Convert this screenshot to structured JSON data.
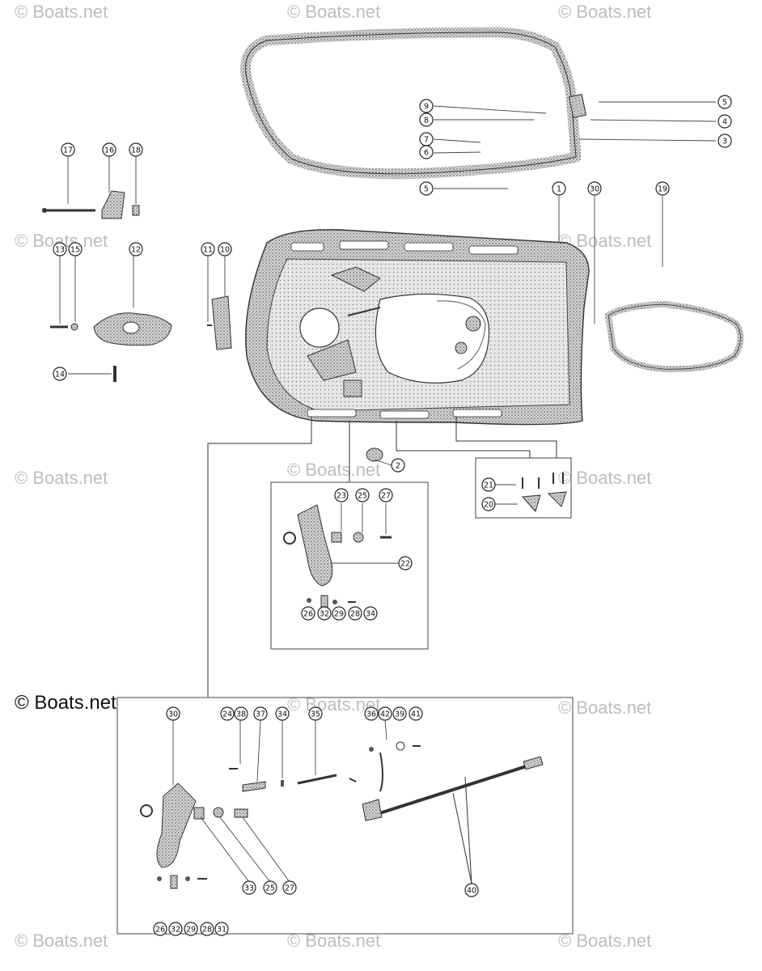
{
  "watermark": {
    "text": "© Boats.net",
    "main": "© Boats.net"
  },
  "callouts": [
    "1",
    "2",
    "3",
    "4",
    "5",
    "5",
    "6",
    "7",
    "8",
    "9",
    "10",
    "11",
    "12",
    "13",
    "14",
    "15",
    "16",
    "17",
    "18",
    "19",
    "20",
    "21",
    "22",
    "23",
    "25",
    "27",
    "26",
    "32",
    "29",
    "28",
    "34",
    "30",
    "24",
    "38",
    "37",
    "34",
    "35",
    "36",
    "42",
    "39",
    "41",
    "40",
    "33",
    "25",
    "27",
    "26",
    "32",
    "29",
    "28",
    "31",
    "30"
  ],
  "colors": {
    "ink": "#222222",
    "paper": "#ffffff",
    "stipple": "#9a9a9a",
    "watermark": "#bdbdbd"
  }
}
